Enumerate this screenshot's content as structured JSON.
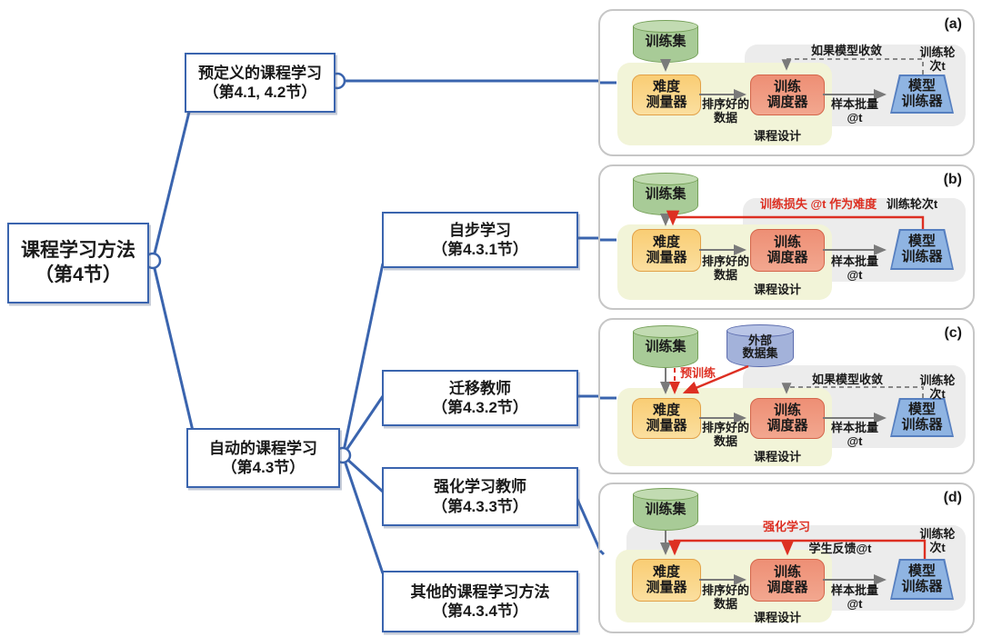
{
  "tree": {
    "root": "课程学习方法\n（第4节）",
    "predefined": "预定义的课程学习\n（第4.1, 4.2节）",
    "automatic": "自动的课程学习\n（第4.3节）",
    "self_paced": "自步学习\n（第4.3.1节）",
    "transfer_teacher": "迁移教师\n（第4.3.2节）",
    "rl_teacher": "强化学习教师\n（第4.3.3节）",
    "other_methods": "其他的课程学习方法\n（第4.3.4节）"
  },
  "panels": {
    "a": {
      "tag": "(a)",
      "dataset": "训练集",
      "difficulty": "难度\n测量器",
      "scheduler": "训练\n调度器",
      "trainer": "模型\n训练器",
      "sorted": "排序好的\n数据",
      "batch": "样本批量\n@t",
      "design": "课程设计",
      "epoch": "训练轮次t",
      "converge": "如果模型收敛"
    },
    "b": {
      "tag": "(b)",
      "dataset": "训练集",
      "difficulty": "难度\n测量器",
      "scheduler": "训练\n调度器",
      "trainer": "模型\n训练器",
      "sorted": "排序好的\n数据",
      "batch": "样本批量\n@t",
      "design": "课程设计",
      "epoch": "训练轮次t",
      "loss": "训练损失 @t 作为难度"
    },
    "c": {
      "tag": "(c)",
      "dataset": "训练集",
      "external": "外部\n数据集",
      "pretrain": "预训练",
      "difficulty": "难度\n测量器",
      "scheduler": "训练\n调度器",
      "trainer": "模型\n训练器",
      "sorted": "排序好的\n数据",
      "batch": "样本批量\n@t",
      "design": "课程设计",
      "epoch": "训练轮次t",
      "converge": "如果模型收敛"
    },
    "d": {
      "tag": "(d)",
      "dataset": "训练集",
      "difficulty": "难度\n测量器",
      "scheduler": "训练\n调度器",
      "trainer": "模型\n训练器",
      "sorted": "排序好的\n数据",
      "batch": "样本批量\n@t",
      "design": "课程设计",
      "epoch": "训练轮次t",
      "rl": "强化学习",
      "feedback": "学生反馈@t"
    }
  },
  "colors": {
    "tree_blue": "#3a64ae",
    "red_arrow": "#dd2f22",
    "gray_arrow": "#7a7a7a",
    "green_cylinder": "#a8cb97",
    "blue_cylinder": "#a3b2da",
    "yellow_box": "#f9cd74",
    "orange_box": "#ee8f75",
    "blue_trapezoid": "#8fb4e2",
    "region_yellow": "#f2f4d8",
    "region_gray": "#ececec"
  }
}
